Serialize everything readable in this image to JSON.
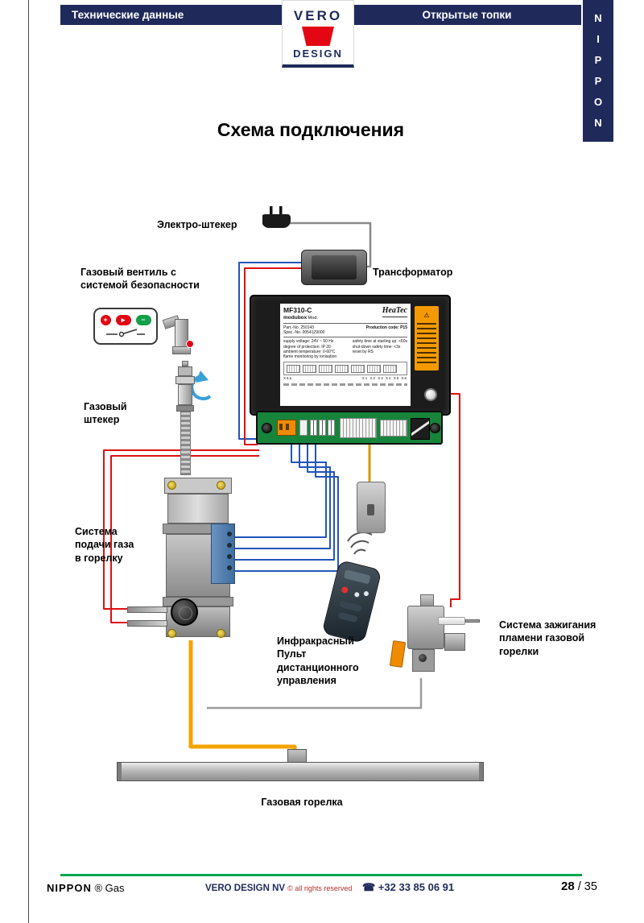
{
  "header": {
    "left_tab": "Технические данные",
    "right_tab": "Открытые топки",
    "logo_top": "VERO",
    "logo_bottom": "DESIGN",
    "nippon_vertical": "N\nI\nP\nP\nO\nN"
  },
  "title": "Схема подключения",
  "diagram": {
    "labels": {
      "electro_plug": "Электро-штекер",
      "transformer": "Трансформатор",
      "gas_valve": "Газовый вентиль с\nсистемой безопасности",
      "gas_plug": "Газовый\nштекер",
      "gas_supply": "Система\nподачи газа\nв горелку",
      "remote": "Инфракрасный\nПульт\nдистанционного\nуправления",
      "ignition": "Система зажигания\nпламени газовой\nгорелки",
      "burner": "Газовая горелка"
    },
    "control_box": {
      "model": "MF310-C",
      "submodel": "modubox",
      "mod": "Mod.",
      "brand": "HeaTec",
      "part_no": "Part.-No. 250143",
      "spec_no": "Spec.-No. 0054129000",
      "production_code": "Production code: P15",
      "specs_left": "supply voltage: 24V ~ 50 Hz\ndegree of protection: IP 20\nambient temperature: 0-60°C\nflame monitoring by ionisation",
      "specs_right": "safety time at starting up: <60s\nshut-down safety time: <3s\nreset by RS",
      "terminals_left": "X6a",
      "terminals_right": "X1 X2    X3      X4      X5    X6",
      "warning_icon": "⚠"
    }
  },
  "footer": {
    "brand_left": "NIPPON",
    "brand_left_suffix": "® Gas",
    "company": "VERO DESIGN NV",
    "rights": "© all rights reserved",
    "phone": "☎ +32 33 85 06 91",
    "page_current": "28",
    "page_total": "/ 35"
  },
  "colors": {
    "navy": "#1f2a5a",
    "logo_red": "#e30613",
    "footer_green": "#00a651",
    "pcb_green": "#17843b",
    "cable_orange": "#f5a300",
    "wire_blue": "#2255bb",
    "wire_red": "#dd1111"
  }
}
